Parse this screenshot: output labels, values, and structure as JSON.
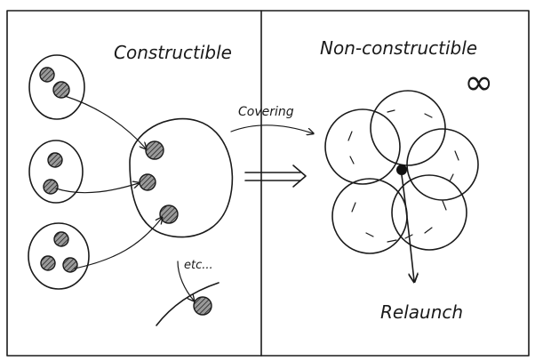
{
  "panels": {
    "left_title": "Constructible",
    "right_title": "Non-constructible",
    "infinity_symbol": "∞"
  },
  "labels": {
    "covering": "Covering",
    "etc": "etc...",
    "relaunch": "Relaunch"
  }
}
